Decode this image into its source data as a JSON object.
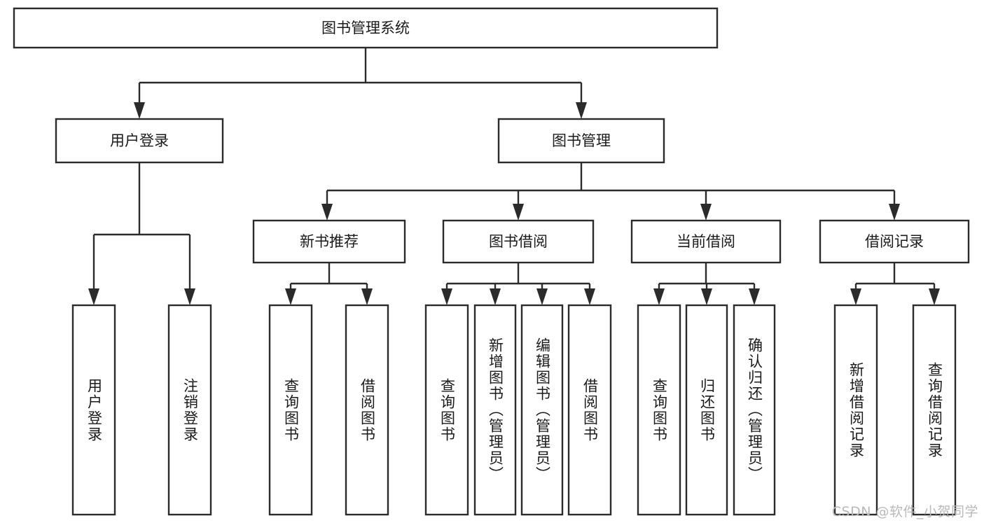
{
  "diagram": {
    "title": "图书管理系统",
    "type": "tree",
    "watermark": "CSDN @软件_小贺同学",
    "root": {
      "id": "root",
      "label": "图书管理系统"
    },
    "level2": [
      {
        "id": "user-login",
        "label": "用户登录"
      },
      {
        "id": "book-manage",
        "label": "图书管理"
      }
    ],
    "level3": [
      {
        "id": "new-book-rec",
        "label": "新书推荐",
        "parent": "book-manage"
      },
      {
        "id": "book-borrow",
        "label": "图书借阅",
        "parent": "book-manage"
      },
      {
        "id": "current-borrow",
        "label": "当前借阅",
        "parent": "book-manage"
      },
      {
        "id": "borrow-record",
        "label": "借阅记录",
        "parent": "book-manage"
      }
    ],
    "leaves": [
      {
        "id": "leaf-user-login",
        "label": "用户登录",
        "parent": "user-login"
      },
      {
        "id": "leaf-logout-login",
        "label": "注销登录",
        "parent": "user-login"
      },
      {
        "id": "leaf-query-book-1",
        "label": "查询图书",
        "parent": "new-book-rec"
      },
      {
        "id": "leaf-borrow-book-1",
        "label": "借阅图书",
        "parent": "new-book-rec"
      },
      {
        "id": "leaf-query-book-2",
        "label": "查询图书",
        "parent": "book-borrow"
      },
      {
        "id": "leaf-add-book",
        "label": "新增图书（管理员）",
        "parent": "book-borrow"
      },
      {
        "id": "leaf-edit-book",
        "label": "编辑图书（管理员）",
        "parent": "book-borrow"
      },
      {
        "id": "leaf-borrow-book-2",
        "label": "借阅图书",
        "parent": "book-borrow"
      },
      {
        "id": "leaf-query-book-3",
        "label": "查询图书",
        "parent": "current-borrow"
      },
      {
        "id": "leaf-return-book",
        "label": "归还图书",
        "parent": "current-borrow"
      },
      {
        "id": "leaf-confirm-return",
        "label": "确认归还（管理员）",
        "parent": "current-borrow"
      },
      {
        "id": "leaf-add-record",
        "label": "新增借阅记录",
        "parent": "borrow-record"
      },
      {
        "id": "leaf-query-record",
        "label": "查询借阅记录",
        "parent": "borrow-record"
      }
    ],
    "colors": {
      "stroke": "#2b2b2b",
      "fill": "#ffffff",
      "text": "#1a1a1a",
      "watermark": "#b9b9b9"
    }
  }
}
